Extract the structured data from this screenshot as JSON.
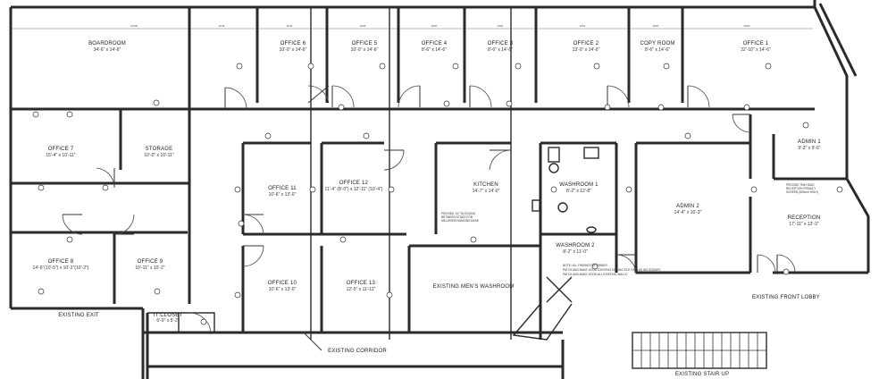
{
  "rooms": [
    {
      "key": "boardroom",
      "name": "BOARDROOM",
      "dim": "34'-6\" x 14'-6\""
    },
    {
      "key": "office6",
      "name": "OFFICE 6",
      "dim": "10'-0\" x 14'-6\""
    },
    {
      "key": "office5",
      "name": "OFFICE 5",
      "dim": "10'-0\" x 14'-6\""
    },
    {
      "key": "office4",
      "name": "OFFICE 4",
      "dim": "8'-6\" x 14'-6\""
    },
    {
      "key": "office3",
      "name": "OFFICE 3",
      "dim": "8'-6\" x 14'-6\""
    },
    {
      "key": "office2",
      "name": "OFFICE 2",
      "dim": "13'-0\" x 14'-6\""
    },
    {
      "key": "copyroom",
      "name": "COPY ROOM",
      "dim": "8'-6\" x 14'-6\""
    },
    {
      "key": "office1",
      "name": "OFFICE 1",
      "dim": "22'-10\" x 14'-6\""
    },
    {
      "key": "office7",
      "name": "OFFICE 7",
      "dim": "15'-4\" x 10'-11\""
    },
    {
      "key": "storage",
      "name": "STORAGE",
      "dim": "10'-0\" x 10'-11\""
    },
    {
      "key": "office11",
      "name": "OFFICE 11",
      "dim": "10'-6\" x 13'-0\""
    },
    {
      "key": "office12",
      "name": "OFFICE 12",
      "dim": "11'-4\" (8'-0\") x 12'-11\" (10'-4\")"
    },
    {
      "key": "kitchen",
      "name": "KITCHEN",
      "dim": "14'-7\" x 14'-0\""
    },
    {
      "key": "washroom1",
      "name": "WASHROOM 1",
      "dim": "8'-2\" x 12'-8\""
    },
    {
      "key": "admin2",
      "name": "ADMIN 2",
      "dim": "14'-4\" x 16'-3\""
    },
    {
      "key": "admin1",
      "name": "ADMIN 1",
      "dim": "9'-3\" x 9'-6\""
    },
    {
      "key": "reception",
      "name": "RECEPTION",
      "dim": "17'-11\" x 13'-3\""
    },
    {
      "key": "office8",
      "name": "OFFICE 8",
      "dim": "14'-6\"(10'-5\") x 10'-2\"(10'-2\")"
    },
    {
      "key": "office9",
      "name": "OFFICE 9",
      "dim": "10'-11\" x 10'-2\""
    },
    {
      "key": "office10",
      "name": "OFFICE 10",
      "dim": "10'-6\" x 13'-0\""
    },
    {
      "key": "office13",
      "name": "OFFICE 13",
      "dim": "12'-5\" x 11'-11\""
    },
    {
      "key": "washroom2",
      "name": "WASHROOM 2",
      "dim": "8'-2\" x 11'-0\""
    },
    {
      "key": "itcloset",
      "name": "IT CLOSET",
      "dim": "6'-0\" x 5'-2\""
    }
  ],
  "labels": {
    "mens_washroom": "EXISTING MEN'S WASHROOM",
    "existing_exit": "EXISTING EXIT",
    "existing_corridor": "EXISTING CORRIDOR",
    "existing_front_lobby": "EXISTING FRONT LOBBY",
    "existing_stair_up": "EXISTING STAIR UP"
  },
  "colors": {
    "wall": "#2a2a2a",
    "background": "#ffffff"
  }
}
